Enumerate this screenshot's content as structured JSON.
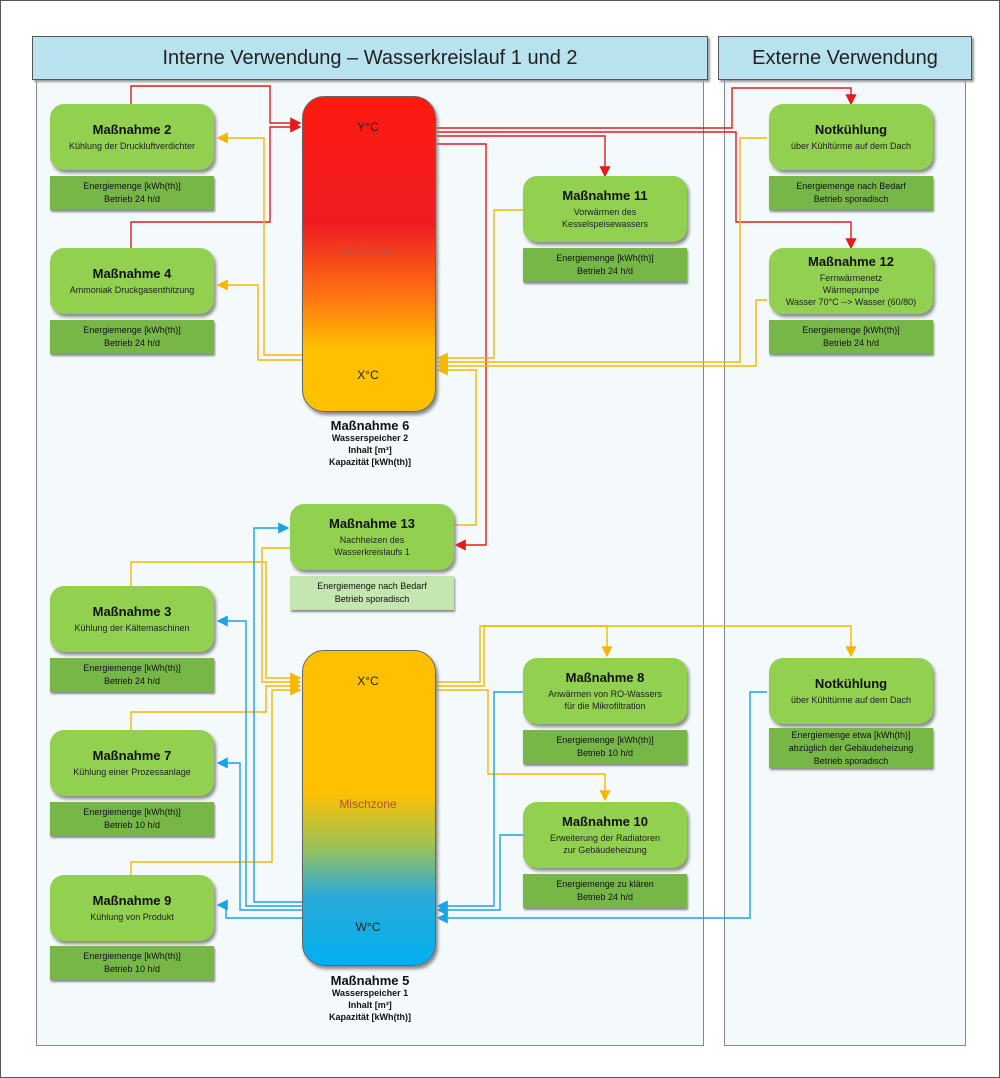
{
  "headers": {
    "intern": "Interne Verwendung – Wasserkreislauf 1 und 2",
    "extern": "Externe Verwendung"
  },
  "tank6": {
    "top_label": "Y°C",
    "mix_label": "Mischzone",
    "bottom_label": "X°C",
    "title": "Maßnahme 6",
    "line1": "Wasserspeicher 2",
    "line2": "Inhalt [m³]",
    "line3": "Kapazität [kWh(th)]"
  },
  "tank5": {
    "top_label": "X°C",
    "mix_label": "Mischzone",
    "bottom_label": "W°C",
    "title": "Maßnahme 5",
    "line1": "Wasserspeicher 1",
    "line2": "Inhalt [m³]",
    "line3": "Kapazität [kWh(th)]"
  },
  "m2": {
    "title": "Maßnahme 2",
    "sub": "Kühlung der Druckluftverdichter",
    "info1": "Energiemenge [kWh(th)]",
    "info2": "Betrieb 24 h/d"
  },
  "m4": {
    "title": "Maßnahme 4",
    "sub": "Ammoniak Druckgasenthitzung",
    "info1": "Energiemenge [kWh(th)]",
    "info2": "Betrieb 24 h/d"
  },
  "m11": {
    "title": "Maßnahme 11",
    "sub1": "Vorwärmen des",
    "sub2": "Kesselspeisewassers",
    "info1": "Energiemenge [kWh(th)]",
    "info2": "Betrieb 24 h/d"
  },
  "m13": {
    "title": "Maßnahme 13",
    "sub1": "Nachheizen des",
    "sub2": "Wasserkreislaufs 1",
    "info1": "Energiemenge nach Bedarf",
    "info2": "Betrieb sporadisch"
  },
  "m3": {
    "title": "Maßnahme 3",
    "sub": "Kühlung der Kältemaschinen",
    "info1": "Energiemenge [kWh(th)]",
    "info2": "Betrieb 24 h/d"
  },
  "m7": {
    "title": "Maßnahme 7",
    "sub": "Kühlung einer Prozessanlage",
    "info1": "Energiemenge [kWh(th)]",
    "info2": "Betrieb 10 h/d"
  },
  "m9": {
    "title": "Maßnahme 9",
    "sub": "Kühlung von Produkt",
    "info1": "Energiemenge [kWh(th)]",
    "info2": "Betrieb 10 h/d"
  },
  "m8": {
    "title": "Maßnahme 8",
    "sub1": "Anwärmen von RO-Wassers",
    "sub2": "für die Mikrofiltration",
    "info1": "Energiemenge [kWh(th)]",
    "info2": "Betrieb 10 h/d"
  },
  "m10": {
    "title": "Maßnahme 10",
    "sub1": "Erweiterung der Radiatoren",
    "sub2": "zur Gebäudeheizung",
    "info1": "Energiemenge zu klären",
    "info2": "Betrieb 24 h/d"
  },
  "nk1": {
    "title": "Notkühlung",
    "sub": "über Kühltürme auf dem Dach",
    "info1": "Energiemenge nach Bedarf",
    "info2": "Betrieb sporadisch"
  },
  "m12": {
    "title": "Maßnahme 12",
    "sub1": "Fernwärmenetz",
    "sub2": "Wärmepumpe",
    "sub3": "Wasser 70°C --> Wasser (60/80)",
    "info1": "Energiemenge [kWh(th)]",
    "info2": "Betrieb 24 h/d"
  },
  "nk2": {
    "title": "Notkühlung",
    "sub": "über Kühltürme auf dem Dach",
    "info1": "Energiemenge etwa [kWh(th)]",
    "info2": "abzüglich der Gebäudeheizung",
    "info3": "Betrieb sporadisch"
  },
  "colors": {
    "hot": "#e8191b",
    "warm": "#f7b700",
    "cold": "#1aa3e8",
    "box": "#92d050",
    "info": "#77b748",
    "header": "#b8e3ee"
  }
}
